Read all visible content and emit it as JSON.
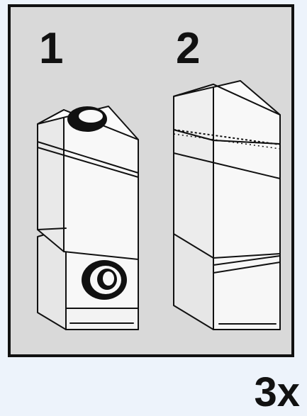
{
  "steps": [
    {
      "number": "1"
    },
    {
      "number": "2"
    }
  ],
  "quantity": "3x",
  "colors": {
    "page_background": "#edf3fb",
    "panel_background": "#d9d9d9",
    "panel_border": "#111111",
    "brick_front": "#f8f8f8",
    "brick_side": "#e6e6e6",
    "brick_top": "#fbfbfb",
    "outline": "#111111"
  }
}
